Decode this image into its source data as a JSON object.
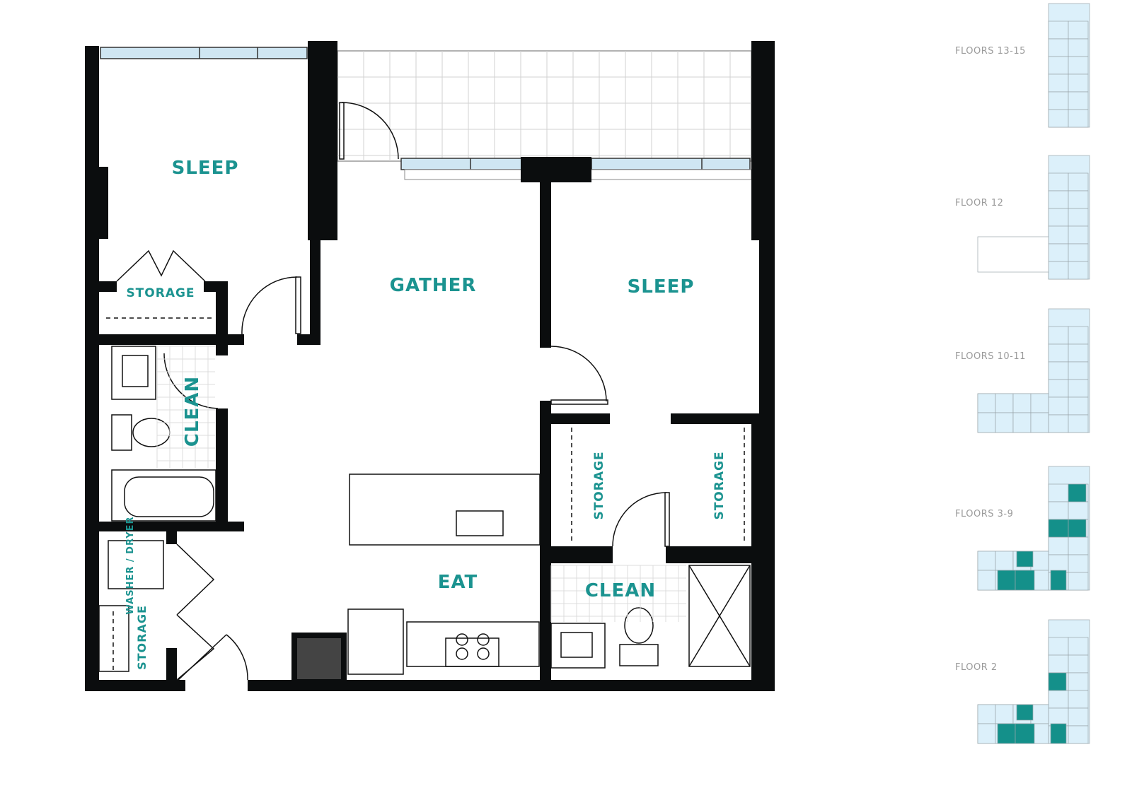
{
  "floor_plan": {
    "rooms": {
      "sleep_1": "SLEEP",
      "storage_1": "STORAGE",
      "clean_1": "CLEAN",
      "washer_dryer": "WASHER / DRYER",
      "storage_laundry": "STORAGE",
      "gather": "GATHER",
      "sleep_2": "SLEEP",
      "storage_2": "STORAGE",
      "storage_3": "STORAGE",
      "eat": "EAT",
      "clean_2": "CLEAN"
    },
    "colors": {
      "wall": "#0b0d0e",
      "label": "#1b9390",
      "window": "#cfe6f2",
      "grid": "#cfcfcf"
    }
  },
  "keyplans": [
    {
      "label": "FLOORS 13-15",
      "highlighted": false
    },
    {
      "label": "FLOOR 12",
      "highlighted": false
    },
    {
      "label": "FLOORS 10-11",
      "highlighted": false
    },
    {
      "label": "FLOORS 3-9",
      "highlighted": true
    },
    {
      "label": "FLOOR  2",
      "highlighted": true
    }
  ],
  "keyplan_colors": {
    "unit": "#dcf0fa",
    "highlight": "#14908a",
    "outline": "#9aa5ab"
  }
}
